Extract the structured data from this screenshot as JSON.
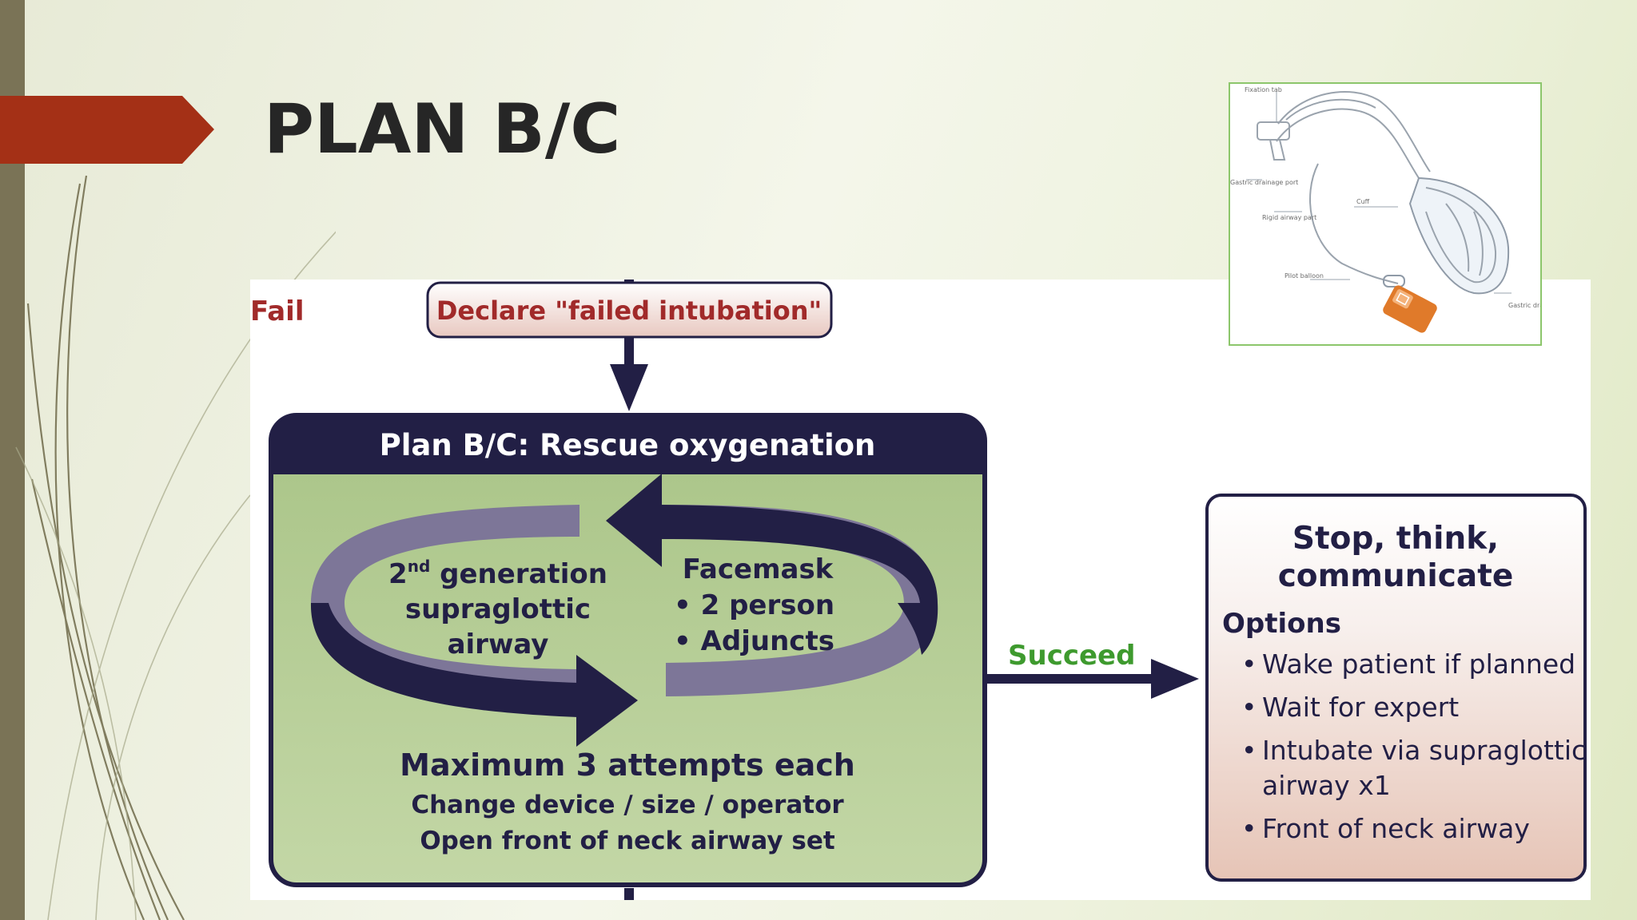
{
  "slide": {
    "title": "PLAN B/C"
  },
  "flowchart": {
    "fail_label": "Fail",
    "declare_box": "Declare \"failed intubation\"",
    "plan_header": "Plan B/C: Rescue  oxygenation",
    "left_option": {
      "line1_base": "2",
      "line1_sup": "nd",
      "line1_rest": " generation",
      "line2": "supraglottic",
      "line3": "airway"
    },
    "right_option": {
      "title": "Facemask",
      "bullets": [
        "• 2 person",
        "• Adjuncts"
      ]
    },
    "max_attempts": "Maximum 3 attempts each",
    "change_device": "Change device / size / operator",
    "open_front": "Open front of neck airway set",
    "succeed_label": "Succeed",
    "stop_box": {
      "title_line1": "Stop, think,",
      "title_line2": "communicate",
      "options_label": "Options",
      "bullets": [
        "Wake patient if planned",
        "Wait for expert",
        "Intubate via supraglottic",
        "airway x1",
        "Front of neck airway"
      ]
    }
  },
  "lma_illustration": {
    "labels": [
      "Fixation tab",
      "Gastric drainage port",
      "Rigid airway part",
      "Cuff",
      "Pilot balloon",
      "Gastric drainage inlet"
    ]
  },
  "colors": {
    "accent_red": "#a43016",
    "navy": "#221f45",
    "green_panel": "#b7cf98",
    "fail_text": "#a12a2a",
    "succeed_text": "#3e9a2e",
    "loop_lavender": "#7d7698"
  }
}
